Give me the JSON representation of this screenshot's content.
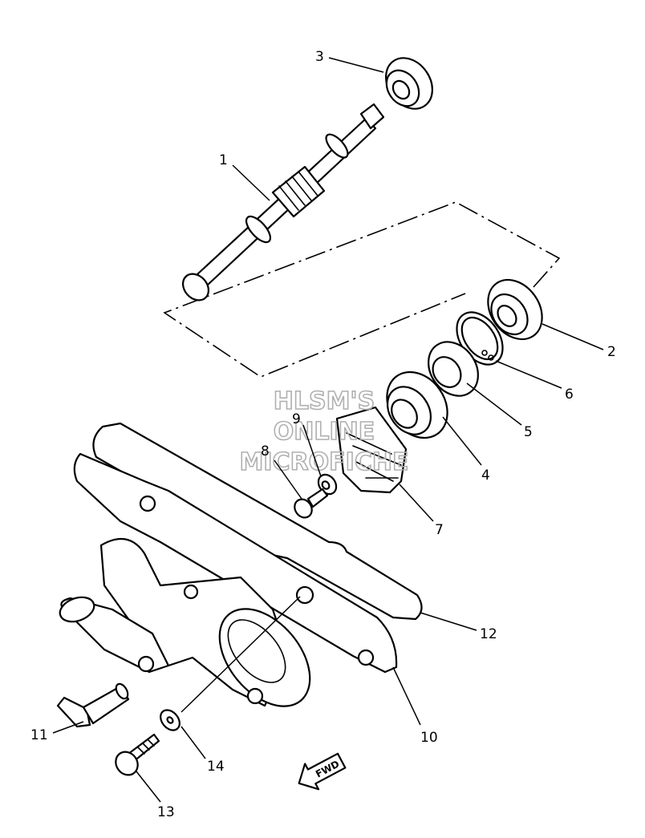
{
  "callouts": {
    "p1": "1",
    "p2": "2",
    "p3": "3",
    "p4": "4",
    "p5": "5",
    "p6": "6",
    "p7": "7",
    "p8": "8",
    "p9": "9",
    "p10": "10",
    "p11": "11",
    "p12": "12",
    "p13": "13",
    "p14": "14"
  },
  "watermark": {
    "line1": "HLSM'S",
    "line2": "ONLINE",
    "line3": "MICROFICHE"
  },
  "direction_badge": {
    "label": "FWD"
  }
}
